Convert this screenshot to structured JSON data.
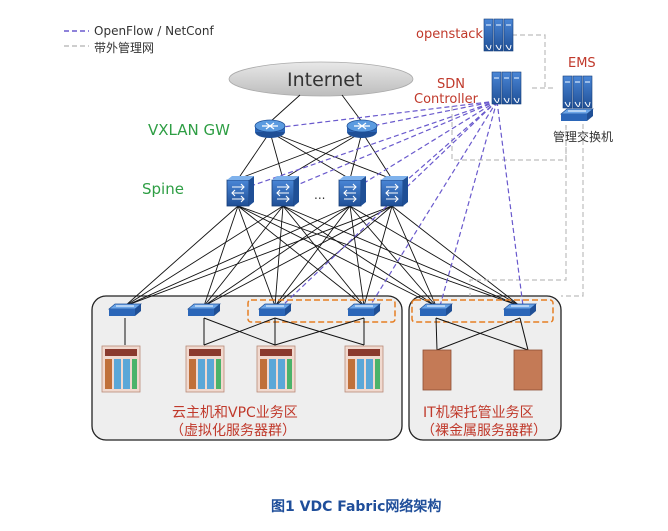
{
  "legend": {
    "openflow_label": "OpenFlow / NetConf",
    "oob_label": "带外管理网"
  },
  "labels": {
    "internet": "Internet",
    "vxlan_gw": "VXLAN GW",
    "spine": "Spine",
    "spine_ellipsis": "...",
    "openstack": "openstack",
    "sdn_line1": "SDN",
    "sdn_line2": "Controller",
    "ems": "EMS",
    "mgmt_switch": "管理交换机"
  },
  "zones": {
    "virtual_title": "云主机和VPC业务区",
    "virtual_subtitle": "（虚拟化服务器群）",
    "baremetal_title": "IT机架托管业务区",
    "baremetal_subtitle": "（裸金属服务器群）"
  },
  "caption": "图1  VDC Fabric网络架构",
  "colors": {
    "openflow_line": "#6a5acd",
    "oob_line": "#bdbdbd",
    "device_blue": "#2b66b8",
    "zone_fill": "#eeeeee",
    "orange_highlight": "#e67e22",
    "label_green": "#2e9e44",
    "label_red": "#c0392b",
    "server_body": "#c8a89a",
    "baremetal_rack": "#c47a56"
  }
}
